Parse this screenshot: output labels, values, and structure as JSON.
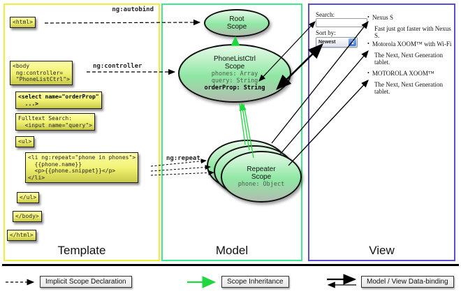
{
  "columns": {
    "template": {
      "label": "Template"
    },
    "model": {
      "label": "Model"
    },
    "view": {
      "label": "View"
    }
  },
  "template_code": {
    "html_open": "<html>",
    "body_open": "<body\n ng:controller=\n \"PhoneListCtrl\">",
    "select": "<select name=\"orderProp\"\n  ...>",
    "fulltext": "Fulltext Search:\n  <input name=\"query\">",
    "ul_open": "<ul>",
    "li": "<li ng:repeat=\"phone in phones\">\n  {{phone.name}}\n  <p>{{phone.snippet}}</p>\n</li>",
    "ul_close": "</ul>",
    "body_close": "</body>",
    "html_close": "</html>"
  },
  "annotations": {
    "autobind": "ng:autobind",
    "controller": "ng:controller",
    "repeat": "ng:repeat"
  },
  "model": {
    "root_scope": {
      "title": "Root\nScope"
    },
    "phonelist_scope": {
      "title": "PhoneListCtrl\nScope",
      "props": [
        "phones: Array",
        "query: String"
      ],
      "prop_bold": "orderProp: String"
    },
    "repeater_scope": {
      "title": "Repeater\nScope",
      "prop": "phone: Object"
    }
  },
  "view": {
    "search_label": "Search:",
    "sort_label": "Sort by:",
    "sort_value": "Newest",
    "items": [
      {
        "title": "Nexus S",
        "desc": "Fast just got faster with Nexus S."
      },
      {
        "title": "Motorola XOOM™ with Wi-Fi",
        "desc": "The Next, Next Generation tablet."
      },
      {
        "title": "MOTOROLA XOOM™",
        "desc": "The Next, Next Generation tablet."
      }
    ]
  },
  "legend": [
    {
      "label": "Implicit Scope Declaration"
    },
    {
      "label": "Scope Inheritance"
    },
    {
      "label": "Model / View Data-binding"
    }
  ],
  "colors": {
    "template_border": "#f2ee3c",
    "model_border": "#41e98e",
    "view_border": "#5a4fcf",
    "scope_fill": "#8fe7a3",
    "code_fill": "#f2f274",
    "inheritance_green": "#1fd83f"
  }
}
